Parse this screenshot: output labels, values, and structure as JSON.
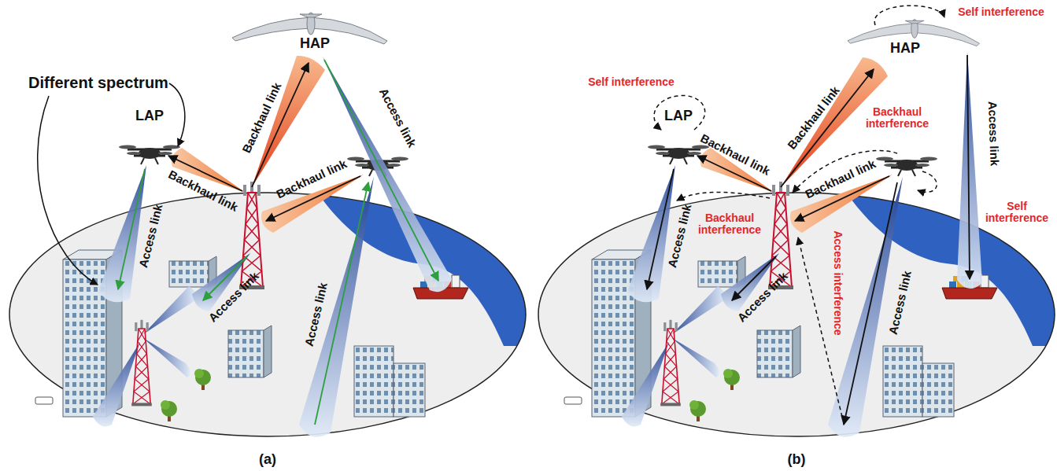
{
  "diagram": {
    "labels": [
      "Different spectrum",
      "LAP",
      "HAP",
      "Backhaul link",
      "Backhaul link",
      "Backhaul link",
      "Access link",
      "Access link",
      "Access link",
      "Access link",
      "(a)",
      "HAP",
      "Self interference",
      "Self interference",
      "LAP",
      "Backhaul link",
      "Backhaul link",
      "Backhaul link",
      "Backhaul interference",
      "Backhaul interference",
      "Self interference",
      "Access link",
      "Access link",
      "Access link",
      "Access link",
      "Access interference",
      "(b)"
    ]
  }
}
